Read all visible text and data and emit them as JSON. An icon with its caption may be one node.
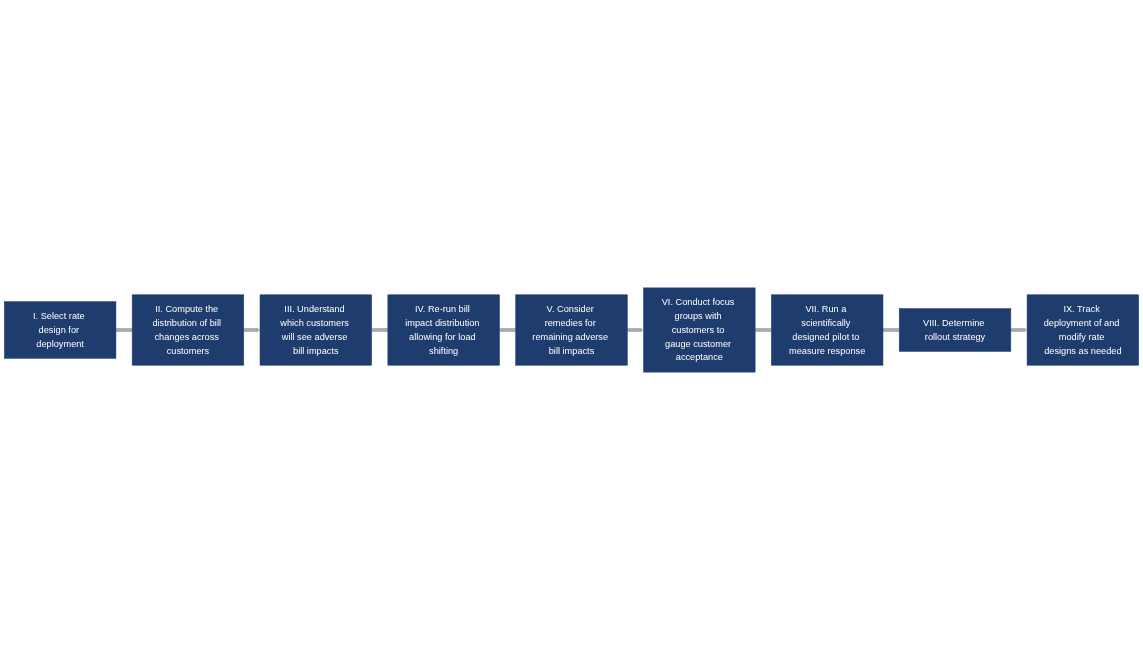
{
  "diagram": {
    "nodes": [
      {
        "text": [
          "I. Select rate design for deployment"
        ]
      },
      {
        "text": [
          "II. Compute the distribution of bill changes across customers"
        ]
      },
      {
        "text": [
          "III. Understand which customers will see adverse bill impacts"
        ]
      },
      {
        "text": [
          "IV. Re-run bill impact distribution allowing for load shifting"
        ]
      },
      {
        "text": [
          "V. Consider remedies for remaining adverse bill impacts"
        ]
      },
      {
        "text": [
          "VI. Conduct focus groups with customers to gauge customer acceptance"
        ]
      },
      {
        "text": [
          "VII. Run a scientifically designed pilot to measure response"
        ]
      },
      {
        "text": [
          "VIII. Determine rollout strategy"
        ]
      },
      {
        "text": [
          "IX. Track deployment of and modify rate designs as needed"
        ]
      }
    ],
    "edges": [
      {
        "from": 0,
        "to": 1,
        "arrow": "none"
      },
      {
        "from": 1,
        "to": 2,
        "arrow": "to"
      },
      {
        "from": 2,
        "to": 3,
        "arrow": "none"
      },
      {
        "from": 3,
        "to": 4,
        "arrow": "none"
      },
      {
        "from": 4,
        "to": 5,
        "arrow": "to"
      },
      {
        "from": 5,
        "to": 6,
        "arrow": "none"
      },
      {
        "from": 6,
        "to": 7,
        "arrow": "none"
      },
      {
        "from": 7,
        "to": 8,
        "arrow": "to"
      }
    ]
  }
}
